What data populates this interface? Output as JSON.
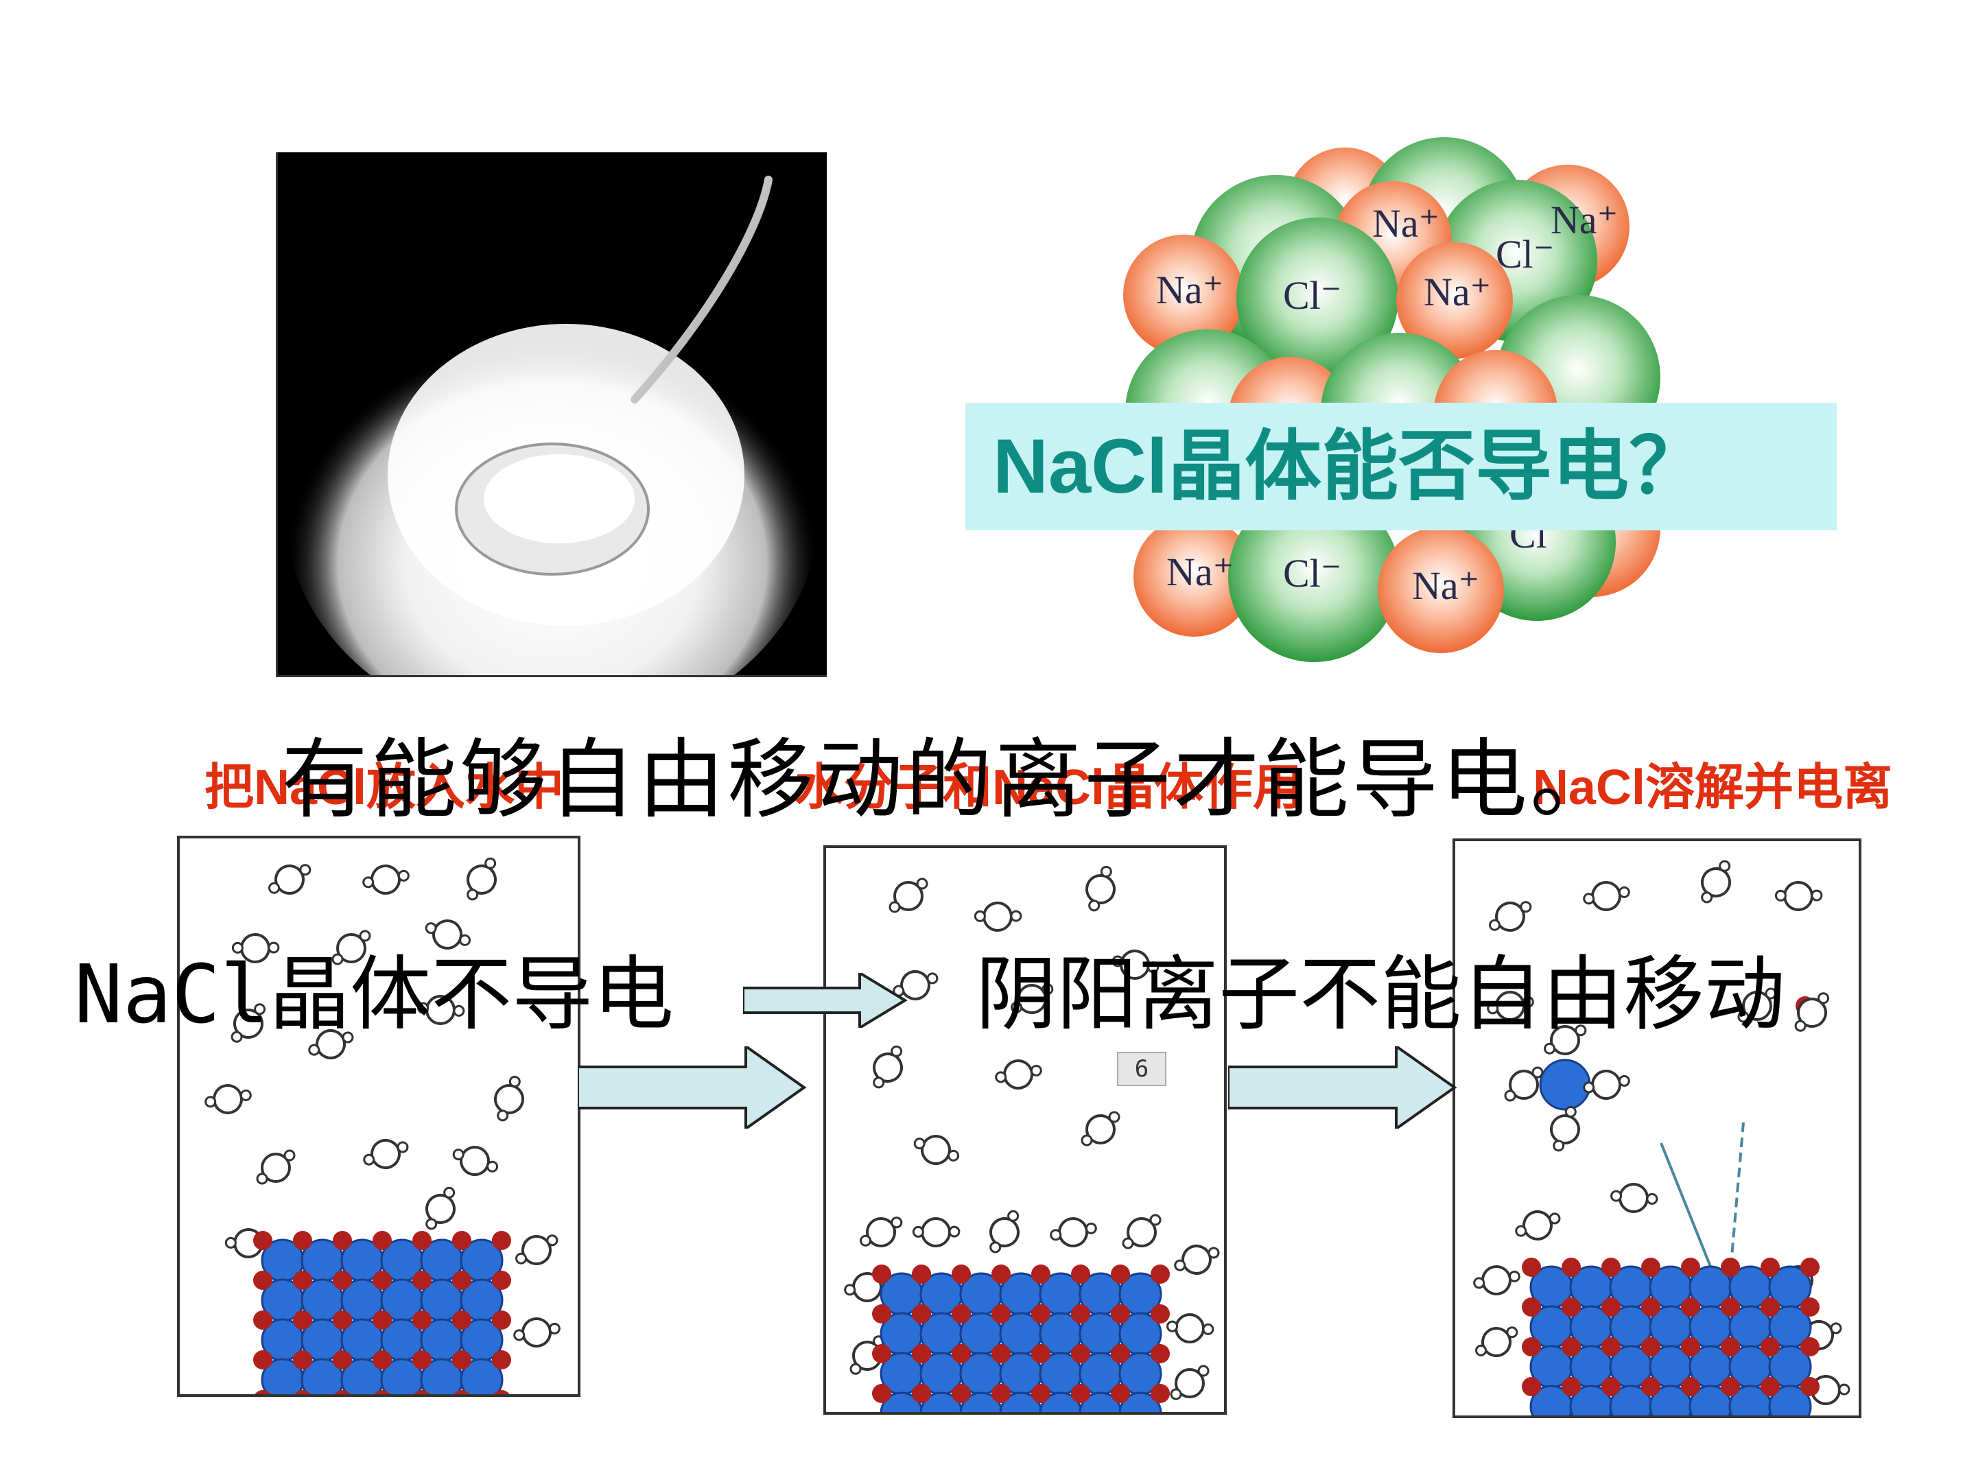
{
  "question_banner": {
    "text": "NaCl晶体能否导电？"
  },
  "main_caption": {
    "text": "有能够自由移动的离子才能导电。"
  },
  "red_caption": {
    "part1": "把NaCl放入水中",
    "part2": "水分子和NaCl晶体作用",
    "part3": "NaCl溶解并电离"
  },
  "overlay_labels": {
    "left": "NaCl晶体不导电",
    "right": "阴阳离子不能自由移动"
  },
  "badge": {
    "text": "6"
  },
  "ions": {
    "sodium": "Na⁺",
    "chloride": "Cl⁻"
  },
  "colors": {
    "banner_bg": "#c8f3f5",
    "banner_text": "#0f8d82",
    "red_text": "#e03010",
    "sodium_ion": "#f27a4a",
    "chloride_ion": "#3aa845",
    "lattice_blue": "#2b6fd6",
    "lattice_red": "#b0201c",
    "arrow_fill": "#cfe9ec"
  }
}
